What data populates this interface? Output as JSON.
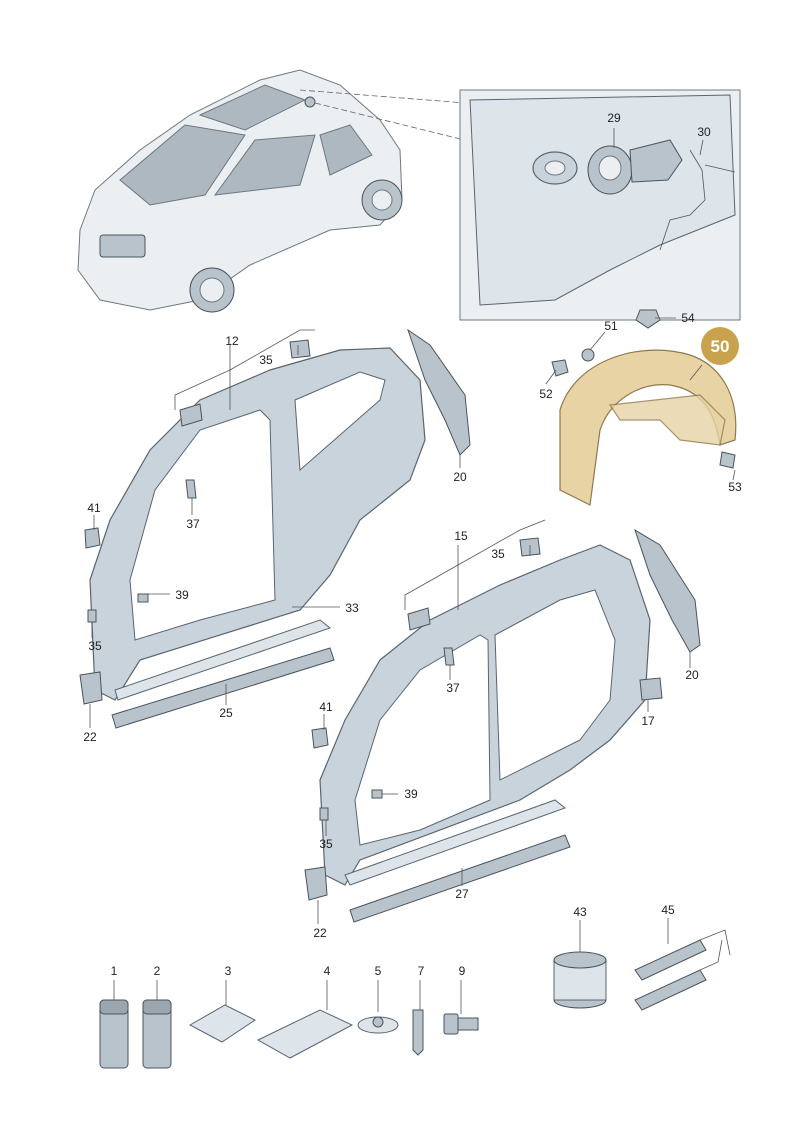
{
  "callouts": {
    "p29": "29",
    "p30": "30",
    "p54": "54",
    "p51": "51",
    "p52": "52",
    "p50": "50",
    "p53": "53",
    "p12": "12",
    "p35a": "35",
    "p20a": "20",
    "p41a": "41",
    "p37a": "37",
    "p39a": "39",
    "p33": "33",
    "p35b": "35",
    "p25": "25",
    "p22a": "22",
    "p15": "15",
    "p35c": "35",
    "p20b": "20",
    "p17": "17",
    "p37b": "37",
    "p41b": "41",
    "p39b": "39",
    "p35d": "35",
    "p27": "27",
    "p22b": "22",
    "p1": "1",
    "p2": "2",
    "p3": "3",
    "p4": "4",
    "p5": "5",
    "p7": "7",
    "p9": "9",
    "p43": "43",
    "p45": "45"
  },
  "colors": {
    "highlight_badge": "#c9a24e",
    "highlight_part": "#e7d3a4",
    "panel": "#c9d3dc"
  }
}
